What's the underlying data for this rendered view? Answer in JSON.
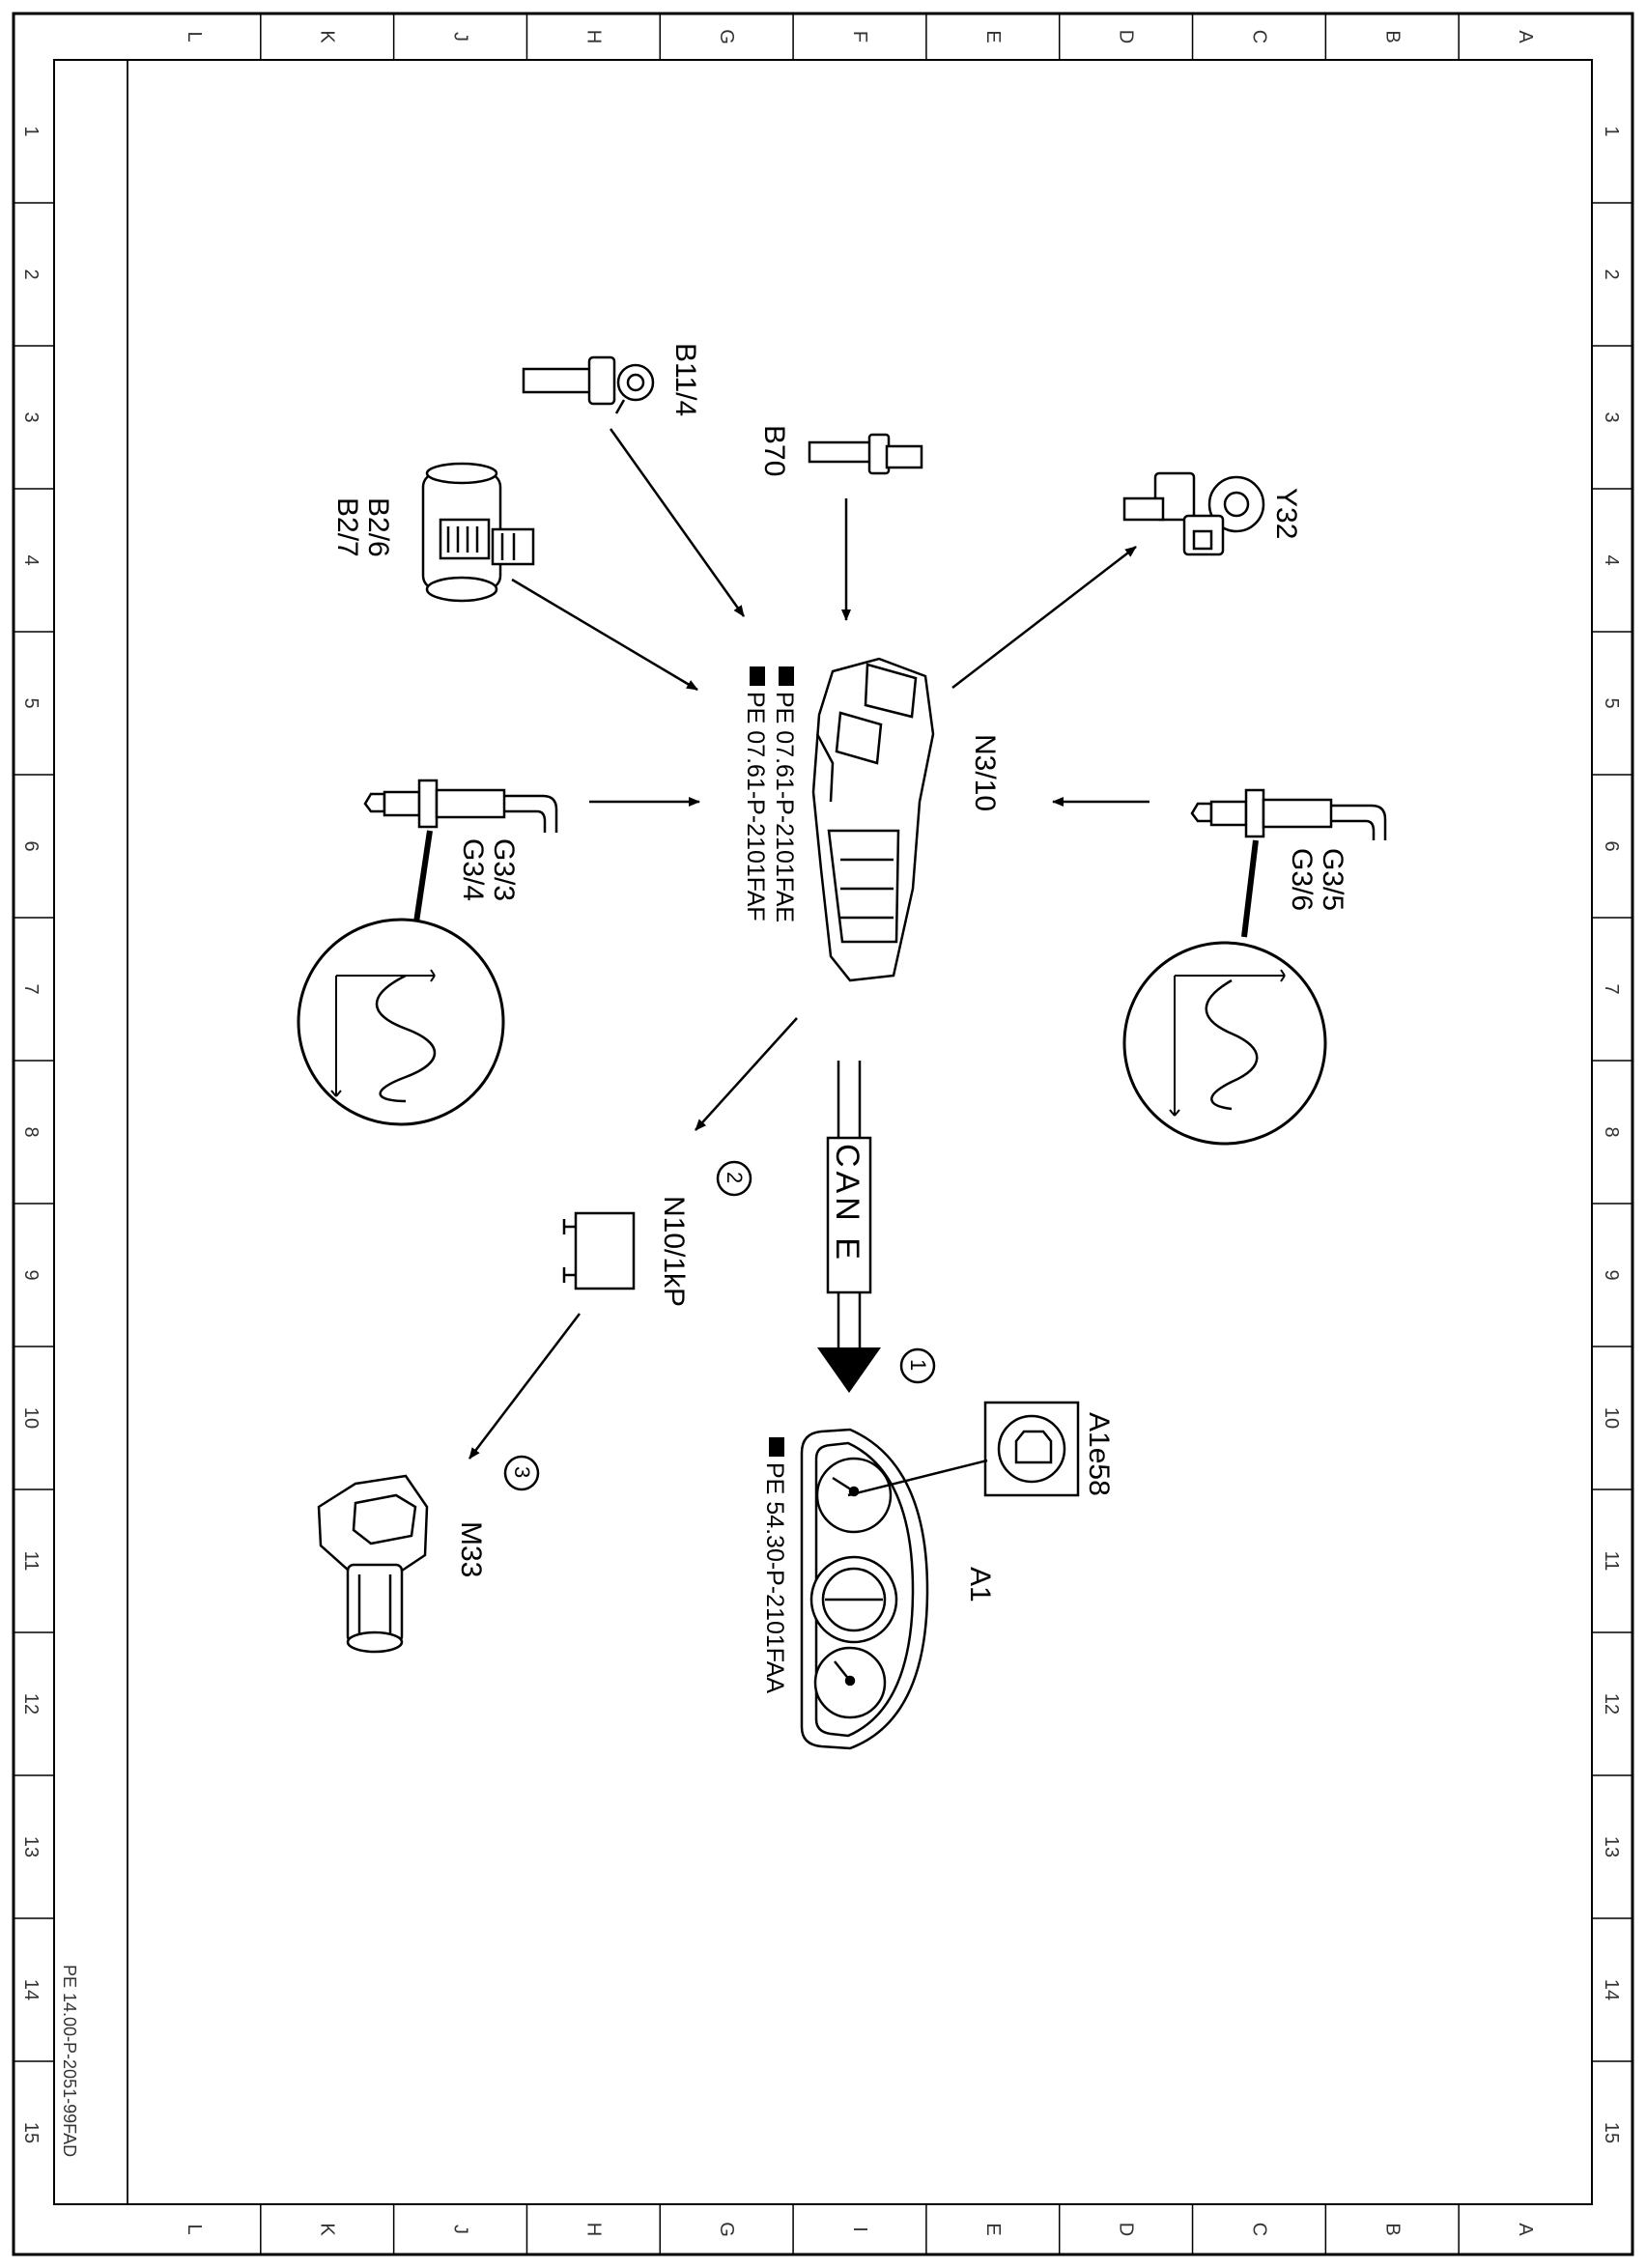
{
  "frame": {
    "columns": [
      "L",
      "K",
      "J",
      "H",
      "G",
      "F",
      "E",
      "D",
      "C",
      "B",
      "A"
    ],
    "bottom_columns": [
      "L",
      "K",
      "J",
      "H",
      "G",
      "I",
      "E",
      "D",
      "C",
      "B",
      "A"
    ],
    "rows": [
      "1",
      "2",
      "3",
      "4",
      "5",
      "6",
      "7",
      "8",
      "9",
      "10",
      "11",
      "12",
      "13",
      "14",
      "15"
    ]
  },
  "components": {
    "b11_4": "B11/4",
    "b70": "B70",
    "b2_6": "B2/6",
    "b2_7": "B2/7",
    "y32": "Y32",
    "n3_10": "N3/10",
    "g3_3": "G3/3",
    "g3_4": "G3/4",
    "g3_5": "G3/5",
    "g3_6": "G3/6",
    "n10_1kp": "N10/1kP",
    "m33": "M33",
    "a1": "A1",
    "a1e58": "A1e58"
  },
  "references": {
    "ecu_1": "PE 07.61-P-2101FAE",
    "ecu_2": "PE 07.61-P-2101FAF",
    "cluster": "PE 54.30-P-2101FAA"
  },
  "bus_label": "CAN E",
  "callouts": [
    "1",
    "2",
    "3"
  ],
  "figure_id": "PE 14.00-P-2051-99FAD"
}
